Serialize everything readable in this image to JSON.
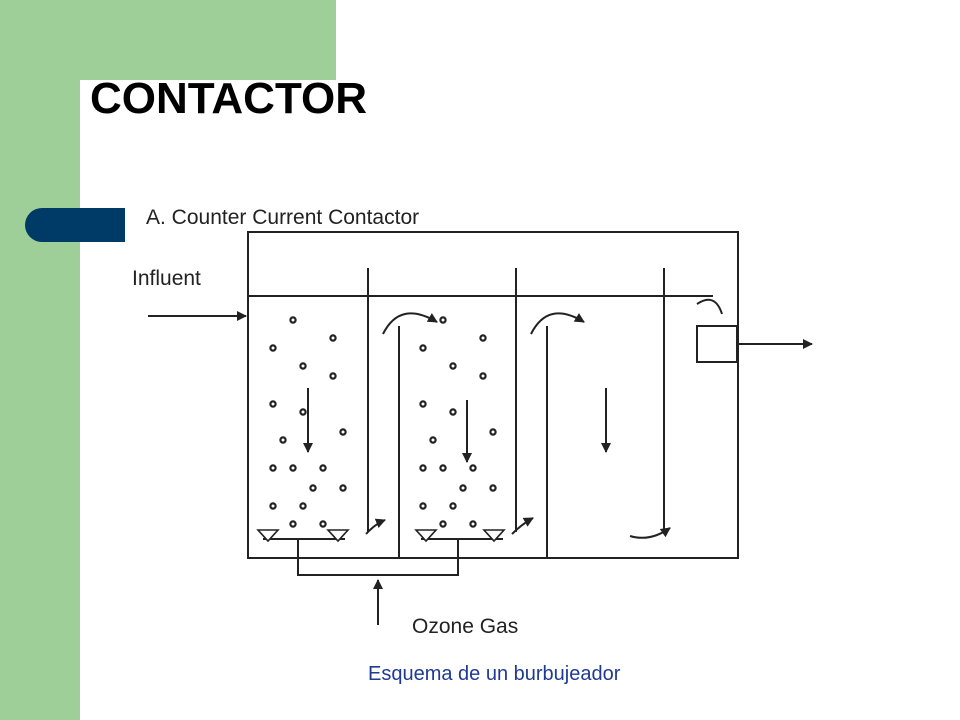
{
  "slide": {
    "title": "CONTACTOR",
    "caption": "Esquema de un burbujeador",
    "colors": {
      "sidebar_green": "#9fcf99",
      "accent_blue": "#003a66",
      "caption_blue": "#1f3a93"
    }
  },
  "diagram": {
    "heading": "A.  Counter Current Contactor",
    "influent_label": "Influent",
    "ozone_label": "Ozone Gas"
  }
}
